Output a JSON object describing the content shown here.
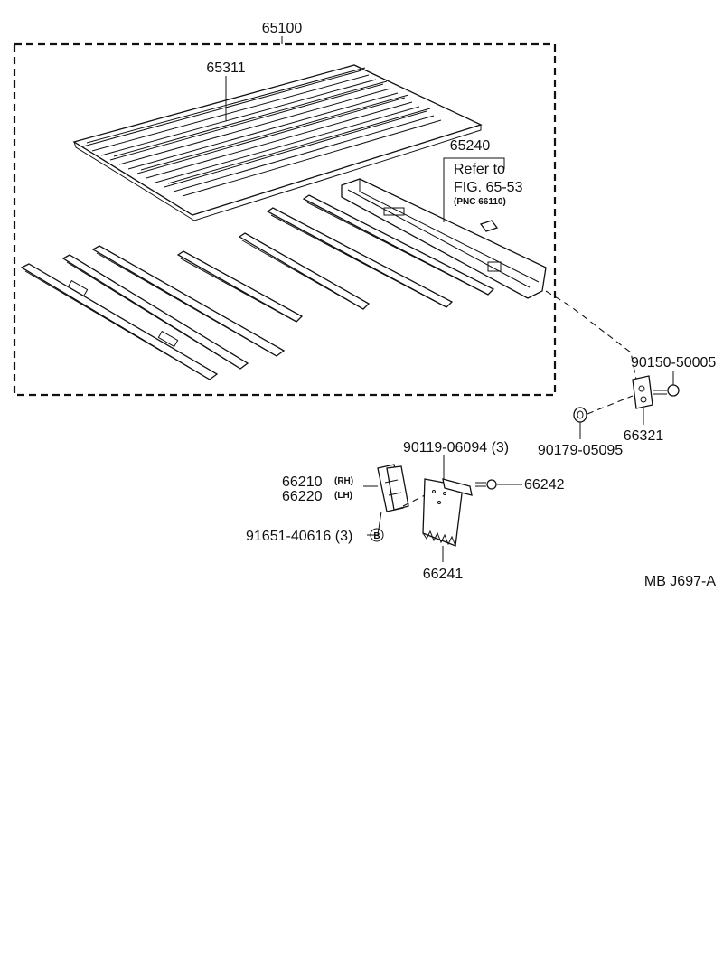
{
  "diagram": {
    "labels": {
      "assembly": "65100",
      "floor_panel": "65311",
      "cross_member": "65240",
      "refer_line1": "Refer to",
      "refer_line2": "FIG. 65-53",
      "refer_line3": "(PNC 66110)",
      "bolt_top": "90150-50005",
      "bracket_right": "66321",
      "washer": "90179-05095",
      "bolts_plate": "90119-06094 (3)",
      "bolt_plate": "66242",
      "hanger_rh": "66210",
      "hanger_rh_tag": "(RH)",
      "hanger_lh": "66220",
      "hanger_lh_tag": "(LH)",
      "rivet": "91651-40616 (3)",
      "rivet_symbol": "B",
      "mud_guard": "66241",
      "code": "MB  J697-A"
    }
  }
}
